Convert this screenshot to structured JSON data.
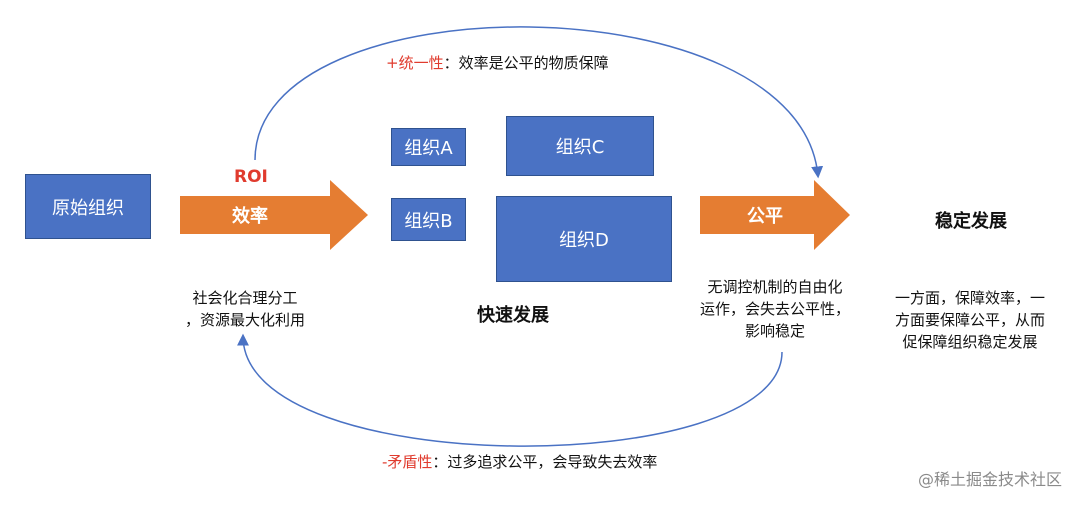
{
  "nodes": {
    "origin": "原始组织",
    "a": "组织A",
    "b": "组织B",
    "c": "组织C",
    "d": "组织D"
  },
  "arrows": {
    "efficiency": "效率",
    "fairness": "公平"
  },
  "labels": {
    "roi": "ROI",
    "fast_development": "快速发展",
    "stable_development": "稳定发展",
    "social_division": {
      "line1": "社会化合理分工",
      "line2": "，资源最大化利用"
    },
    "unregulated": {
      "line1": "无调控机制的自由化",
      "line2": "运作，会失去公平性，",
      "line3": "影响稳定"
    },
    "balance": {
      "line1": "一方面，保障效率，一",
      "line2": "方面要保障公平，从而",
      "line3": "促保障组织稳定发展"
    }
  },
  "relations": {
    "unity": {
      "tag": "+统一性",
      "text": "：效率是公平的物质保障"
    },
    "contradiction": {
      "tag": "-矛盾性",
      "text": "：过多追求公平，会导致失去效率"
    }
  },
  "watermark": "@稀土掘金技术社区",
  "colors": {
    "box_fill": "#4a72c4",
    "arrow_fill": "#e57d32",
    "curve_stroke": "#4a72c4",
    "accent_red": "#e03b2e"
  }
}
